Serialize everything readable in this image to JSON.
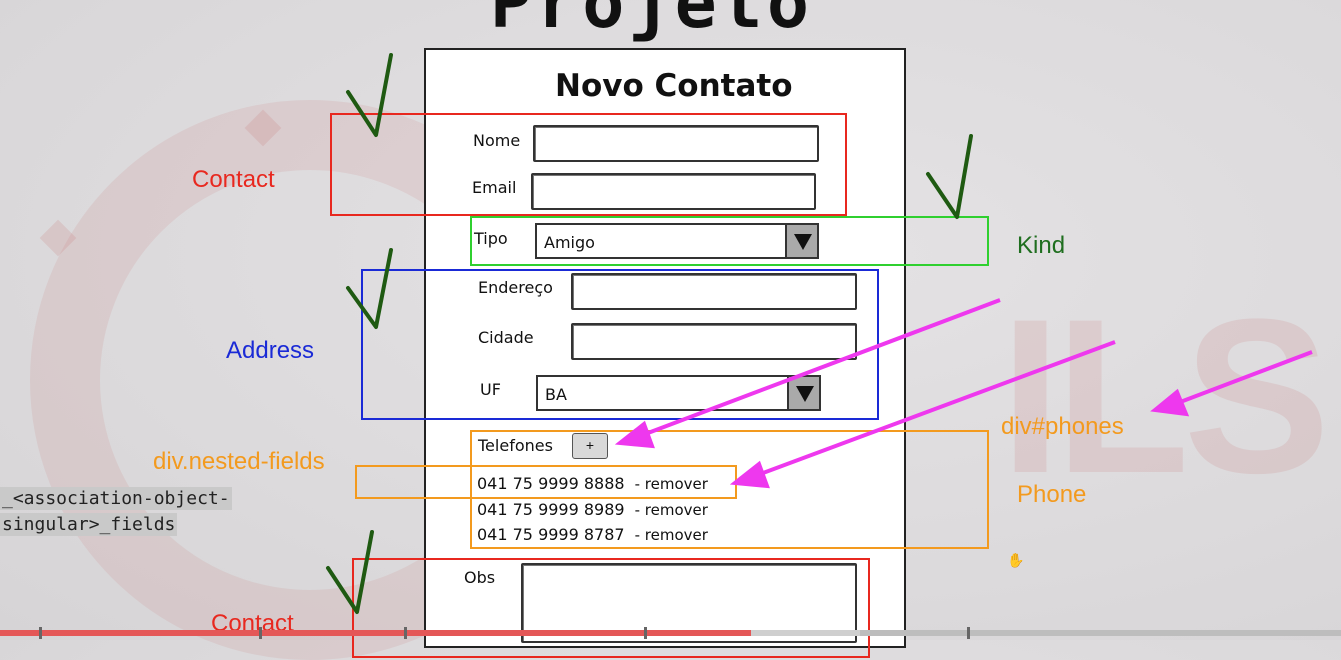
{
  "slide": {
    "title": "Projeto"
  },
  "form": {
    "title": "Novo Contato",
    "fields": {
      "nome_label": "Nome",
      "email_label": "Email",
      "tipo_label": "Tipo",
      "tipo_value": "Amigo",
      "endereco_label": "Endereço",
      "cidade_label": "Cidade",
      "uf_label": "UF",
      "uf_value": "BA",
      "telefones_label": "Telefones",
      "add_label": "+",
      "obs_label": "Obs"
    },
    "phones": [
      {
        "number": "041 75 9999 8888",
        "action": "- remover"
      },
      {
        "number": "041 75 9999 8989",
        "action": "- remover"
      },
      {
        "number": "041 75 9999 8787",
        "action": "- remover"
      }
    ]
  },
  "annotations": {
    "contact": "Contact",
    "kind": "Kind",
    "address": "Address",
    "div_nested_fields": "div.nested-fields",
    "div_phones": "div#phones",
    "phone": "Phone",
    "contact_bottom": "Contact",
    "code_line1": "_<association-object-",
    "code_line2": "singular>_fields"
  },
  "colors": {
    "contact": "#e8281f",
    "kind": "#2fd02f",
    "address": "#1a2ad6",
    "phone": "#f39a1e",
    "arrow": "#ee38ee",
    "check": "#1f5a12",
    "progress": "#e45757"
  },
  "video": {
    "progress": 0.56
  }
}
